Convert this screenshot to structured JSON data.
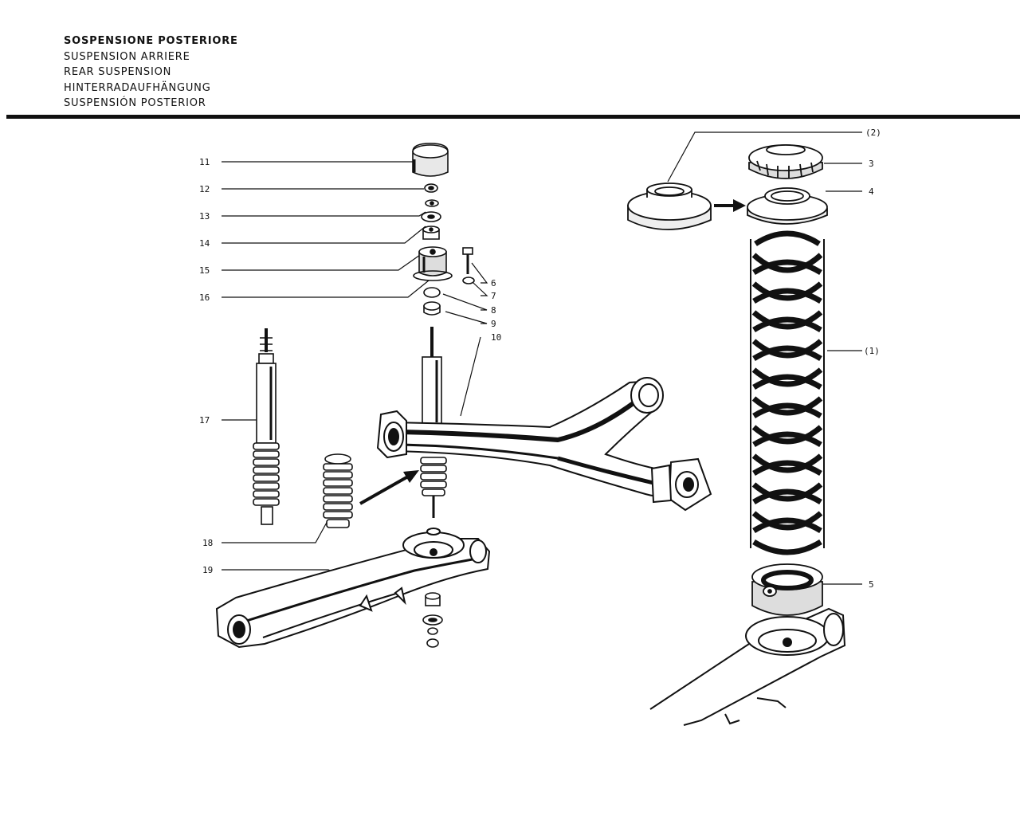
{
  "titles": {
    "it": "SOSPENSIONE POSTERIORE",
    "fr": "SUSPENSION ARRIERE",
    "en": "REAR SUSPENSION",
    "de": "HINTERRADAUFHÄNGUNG",
    "es": "SUSPENSIÓN POSTERIOR"
  },
  "callouts": {
    "c1": "(1)",
    "c2": "(2)",
    "c3": "3",
    "c4": "4",
    "c5": "5",
    "c6": "6",
    "c7": "7",
    "c8": "8",
    "c9": "9",
    "c10": "10",
    "c11": "11",
    "c12": "12",
    "c13": "13",
    "c14": "14",
    "c15": "15",
    "c16": "16",
    "c17": "17",
    "c18": "18",
    "c19": "19"
  }
}
